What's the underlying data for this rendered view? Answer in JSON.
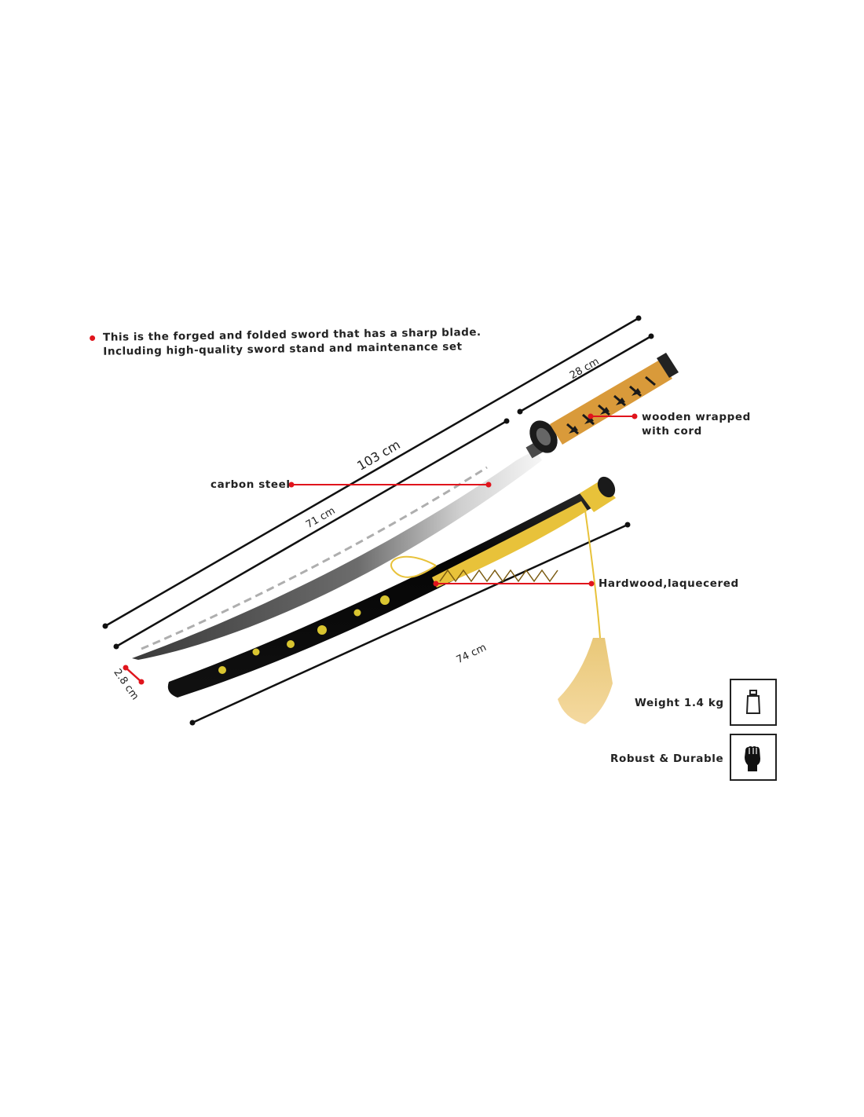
{
  "intro": {
    "line1": "This is the forged and folded sword that has a sharp blade.",
    "line2": "Including high-quality sword stand and maintenance set"
  },
  "callouts": {
    "handle": [
      "wooden wrapped",
      "with cord"
    ],
    "blade": "carbon steel",
    "scabbard": "Hardwood,laquecered"
  },
  "dimensions": {
    "total": "103 cm",
    "handle": "28 cm",
    "blade": "71 cm",
    "scabbard": "74 cm",
    "width": "2.8 cm"
  },
  "specs": [
    {
      "label": "Weight 1.4 kg",
      "icon": "weight-icon"
    },
    {
      "label": "Robust & Durable",
      "icon": "fist-icon"
    }
  ],
  "colors": {
    "accent": "#e0141c",
    "handle_wrap": "#d99a3a",
    "scabbard": "#0d0d0d",
    "gold": "#e8c23a"
  }
}
